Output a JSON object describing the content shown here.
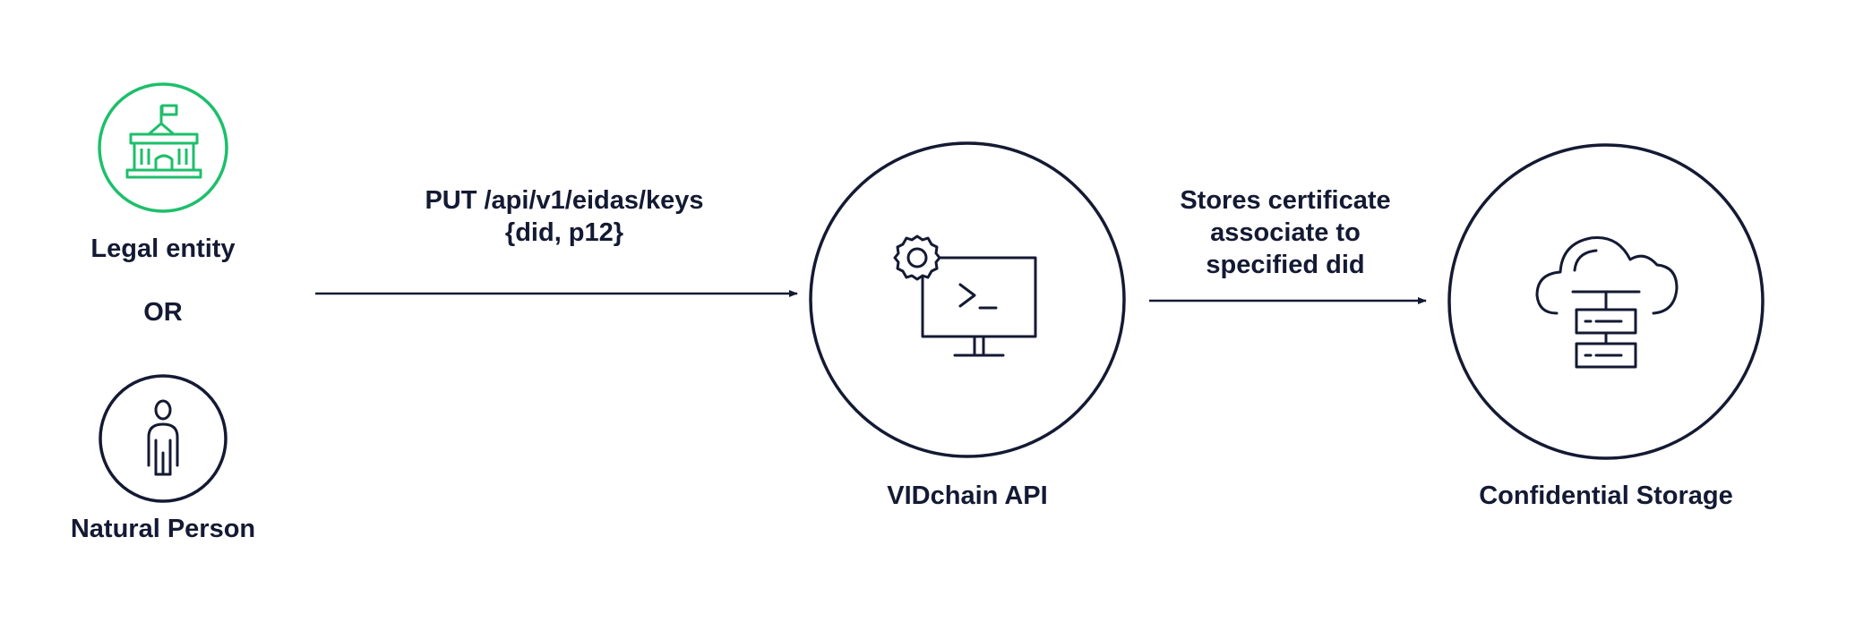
{
  "actors": {
    "legal_entity": "Legal entity",
    "or_label": "OR",
    "natural_person": "Natural Person"
  },
  "request": {
    "line1": "PUT /api/v1/eidas/keys",
    "line2": "{did, p12}"
  },
  "api": {
    "label": "VIDchain API"
  },
  "store_action": {
    "line1": "Stores certificate",
    "line2": "associate to",
    "line3": "specified did"
  },
  "storage": {
    "label": "Confidential Storage"
  },
  "colors": {
    "accent_green": "#1dbf6b",
    "ink": "#141a33"
  }
}
